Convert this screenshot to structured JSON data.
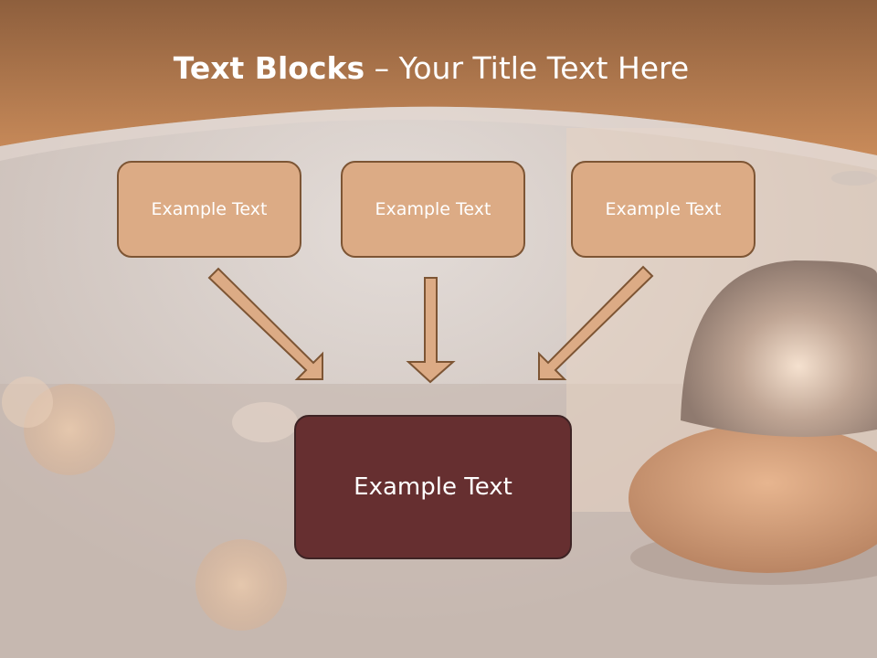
{
  "slide": {
    "title_bold": "Text Blocks",
    "title_dash": " – ",
    "title_rest": "Your Title Text Here"
  },
  "blocks": {
    "top_left": "Example Text",
    "top_center": "Example Text",
    "top_right": "Example Text",
    "bottom": "Example Text"
  },
  "colors": {
    "header_band": "#b77f51",
    "small_box_fill": "#dcab85",
    "small_box_border": "#7d5534",
    "big_box_fill": "#662f30",
    "arrow_fill": "#dcab85",
    "arrow_stroke": "#7d5534"
  }
}
